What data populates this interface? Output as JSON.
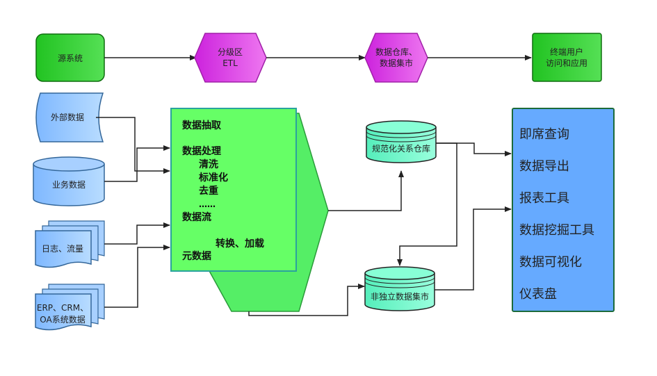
{
  "top_flow": {
    "source_system": "源系统",
    "staging_etl_line1": "分级区",
    "staging_etl_line2": "ETL",
    "warehouse_line1": "数据仓库、",
    "warehouse_line2": "数据集市",
    "end_users_line1": "终端用户",
    "end_users_line2": "访问和应用"
  },
  "sources": {
    "external_data": "外部数据",
    "business_data": "业务数据",
    "logs_traffic": "日志、流量",
    "erp_line1": "ERP、CRM、",
    "erp_line2": "OA系统数据"
  },
  "etl_panel": {
    "extract": "数据抽取",
    "processing": "数据处理",
    "cleaning": "清洗",
    "standardize": "标准化",
    "dedup": "去重",
    "ellipsis": "……",
    "dataflow": "数据流",
    "transform_load": "转换、加载",
    "metadata": "元数据"
  },
  "stores": {
    "normalized_warehouse": "规范化关系仓库",
    "independent_mart": "非独立数据集市"
  },
  "apps": {
    "items": [
      "即席查询",
      "数据导出",
      "报表工具",
      "数据挖掘工具",
      "数据可视化",
      "仪表盘"
    ]
  },
  "colors": {
    "green_dark": "#1aa51a",
    "green_light": "#66ff66",
    "magenta": "#e040e8",
    "blue_light": "#99ccff",
    "teal": "#66ffcc",
    "app_blue": "#66aaff"
  }
}
